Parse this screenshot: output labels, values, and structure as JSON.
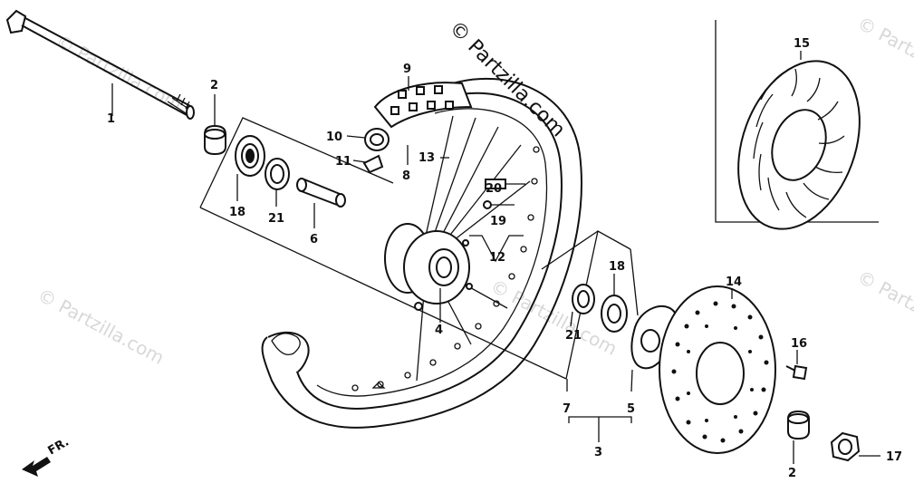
{
  "watermark": {
    "main": "© Partzilla.com",
    "faint": "© Partzilla.com"
  },
  "direction": {
    "label": "FR."
  },
  "callouts": {
    "c1": "1",
    "c2a": "2",
    "c2b": "2",
    "c3": "3",
    "c4": "4",
    "c5": "5",
    "c6": "6",
    "c7": "7",
    "c8": "8",
    "c9": "9",
    "c10": "10",
    "c11": "11",
    "c12": "12",
    "c13": "13",
    "c14": "14",
    "c15": "15",
    "c16": "16",
    "c17": "17",
    "c18a": "18",
    "c18b": "18",
    "c19": "19",
    "c20": "20",
    "c21a": "21",
    "c21b": "21"
  },
  "colors": {
    "ink": "#111111",
    "watermark": "#d8d8d8"
  }
}
